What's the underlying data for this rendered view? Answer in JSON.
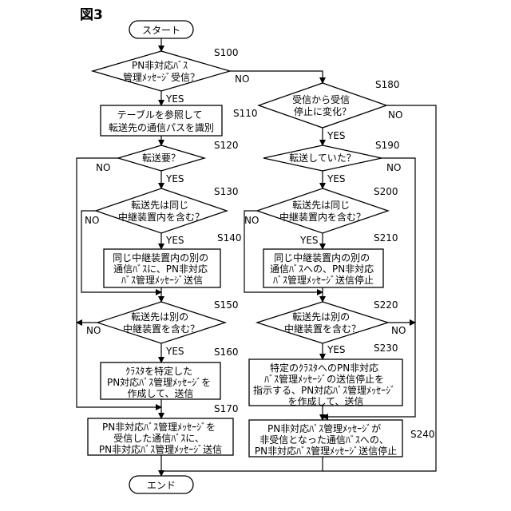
{
  "figure_label": "図3",
  "nodes": {
    "start": "スタート",
    "s100": {
      "lines": [
        "PN非対応ﾊﾞｽ",
        "管理ﾒｯｾｰｼﾞ受信？"
      ],
      "step": "S100"
    },
    "s110": {
      "lines": [
        "テーブルを参照して",
        "転送先の通信パスを識別"
      ],
      "step": "S110"
    },
    "s120": {
      "lines": [
        "転送要？"
      ],
      "step": "S120"
    },
    "s130": {
      "lines": [
        "転送先は同じ",
        "中継装置内を含む？"
      ],
      "step": "S130"
    },
    "s140": {
      "lines": [
        "同じ中継装置内の別の",
        "通信ﾊﾞｽに、PN非対応",
        "ﾊﾞｽ管理ﾒｯｾｰｼﾞ送信"
      ],
      "step": "S140"
    },
    "s150": {
      "lines": [
        "転送先は別の",
        "中継装置を含む？"
      ],
      "step": "S150"
    },
    "s160": {
      "lines": [
        "ｸﾗｽﾀを特定した",
        "PN対応ﾊﾞｽ管理ﾒｯｾｰｼﾞを",
        "作成して、送信"
      ],
      "step": "S160"
    },
    "s170": {
      "lines": [
        "PN非対応ﾊﾞｽ管理ﾒｯｾｰｼﾞを",
        "受信した通信ﾊﾞｽに、",
        "PN非対応ﾊﾞｽ管理ﾒｯｾｰｼﾞ送信"
      ],
      "step": "S170"
    },
    "s180": {
      "lines": [
        "受信から受信",
        "停止に変化？"
      ],
      "step": "S180"
    },
    "s190": {
      "lines": [
        "転送していた？"
      ],
      "step": "S190"
    },
    "s200": {
      "lines": [
        "転送先は同じ",
        "中継装置内を含む？"
      ],
      "step": "S200"
    },
    "s210": {
      "lines": [
        "同じ中継装置内の別の",
        "通信ﾊﾞｽへの、PN非対応",
        "ﾊﾞｽ管理ﾒｯｾｰｼﾞ送信停止"
      ],
      "step": "S210"
    },
    "s220": {
      "lines": [
        "転送先は別の",
        "中継装置を含む？"
      ],
      "step": "S220"
    },
    "s230": {
      "lines": [
        "特定のｸﾗｽﾀへのPN非対応",
        "ﾊﾞｽ管理ﾒｯｾｰｼﾞの送信停止を",
        "指示する、PN対応ﾊﾞｽ管理ﾒｯｾｰｼﾞ",
        "を作成して、送信"
      ],
      "step": "S230"
    },
    "s240": {
      "lines": [
        "PN非対応ﾊﾞｽ管理ﾒｯｾｰｼﾞが",
        "非受信となった通信ﾊﾞｽへの、",
        "PN非対応ﾊﾞｽ管理ﾒｯｾｰｼﾞ送信停止"
      ],
      "step": "S240"
    },
    "end": "エンド"
  },
  "labels": {
    "yes": "YES",
    "no": "NO"
  }
}
